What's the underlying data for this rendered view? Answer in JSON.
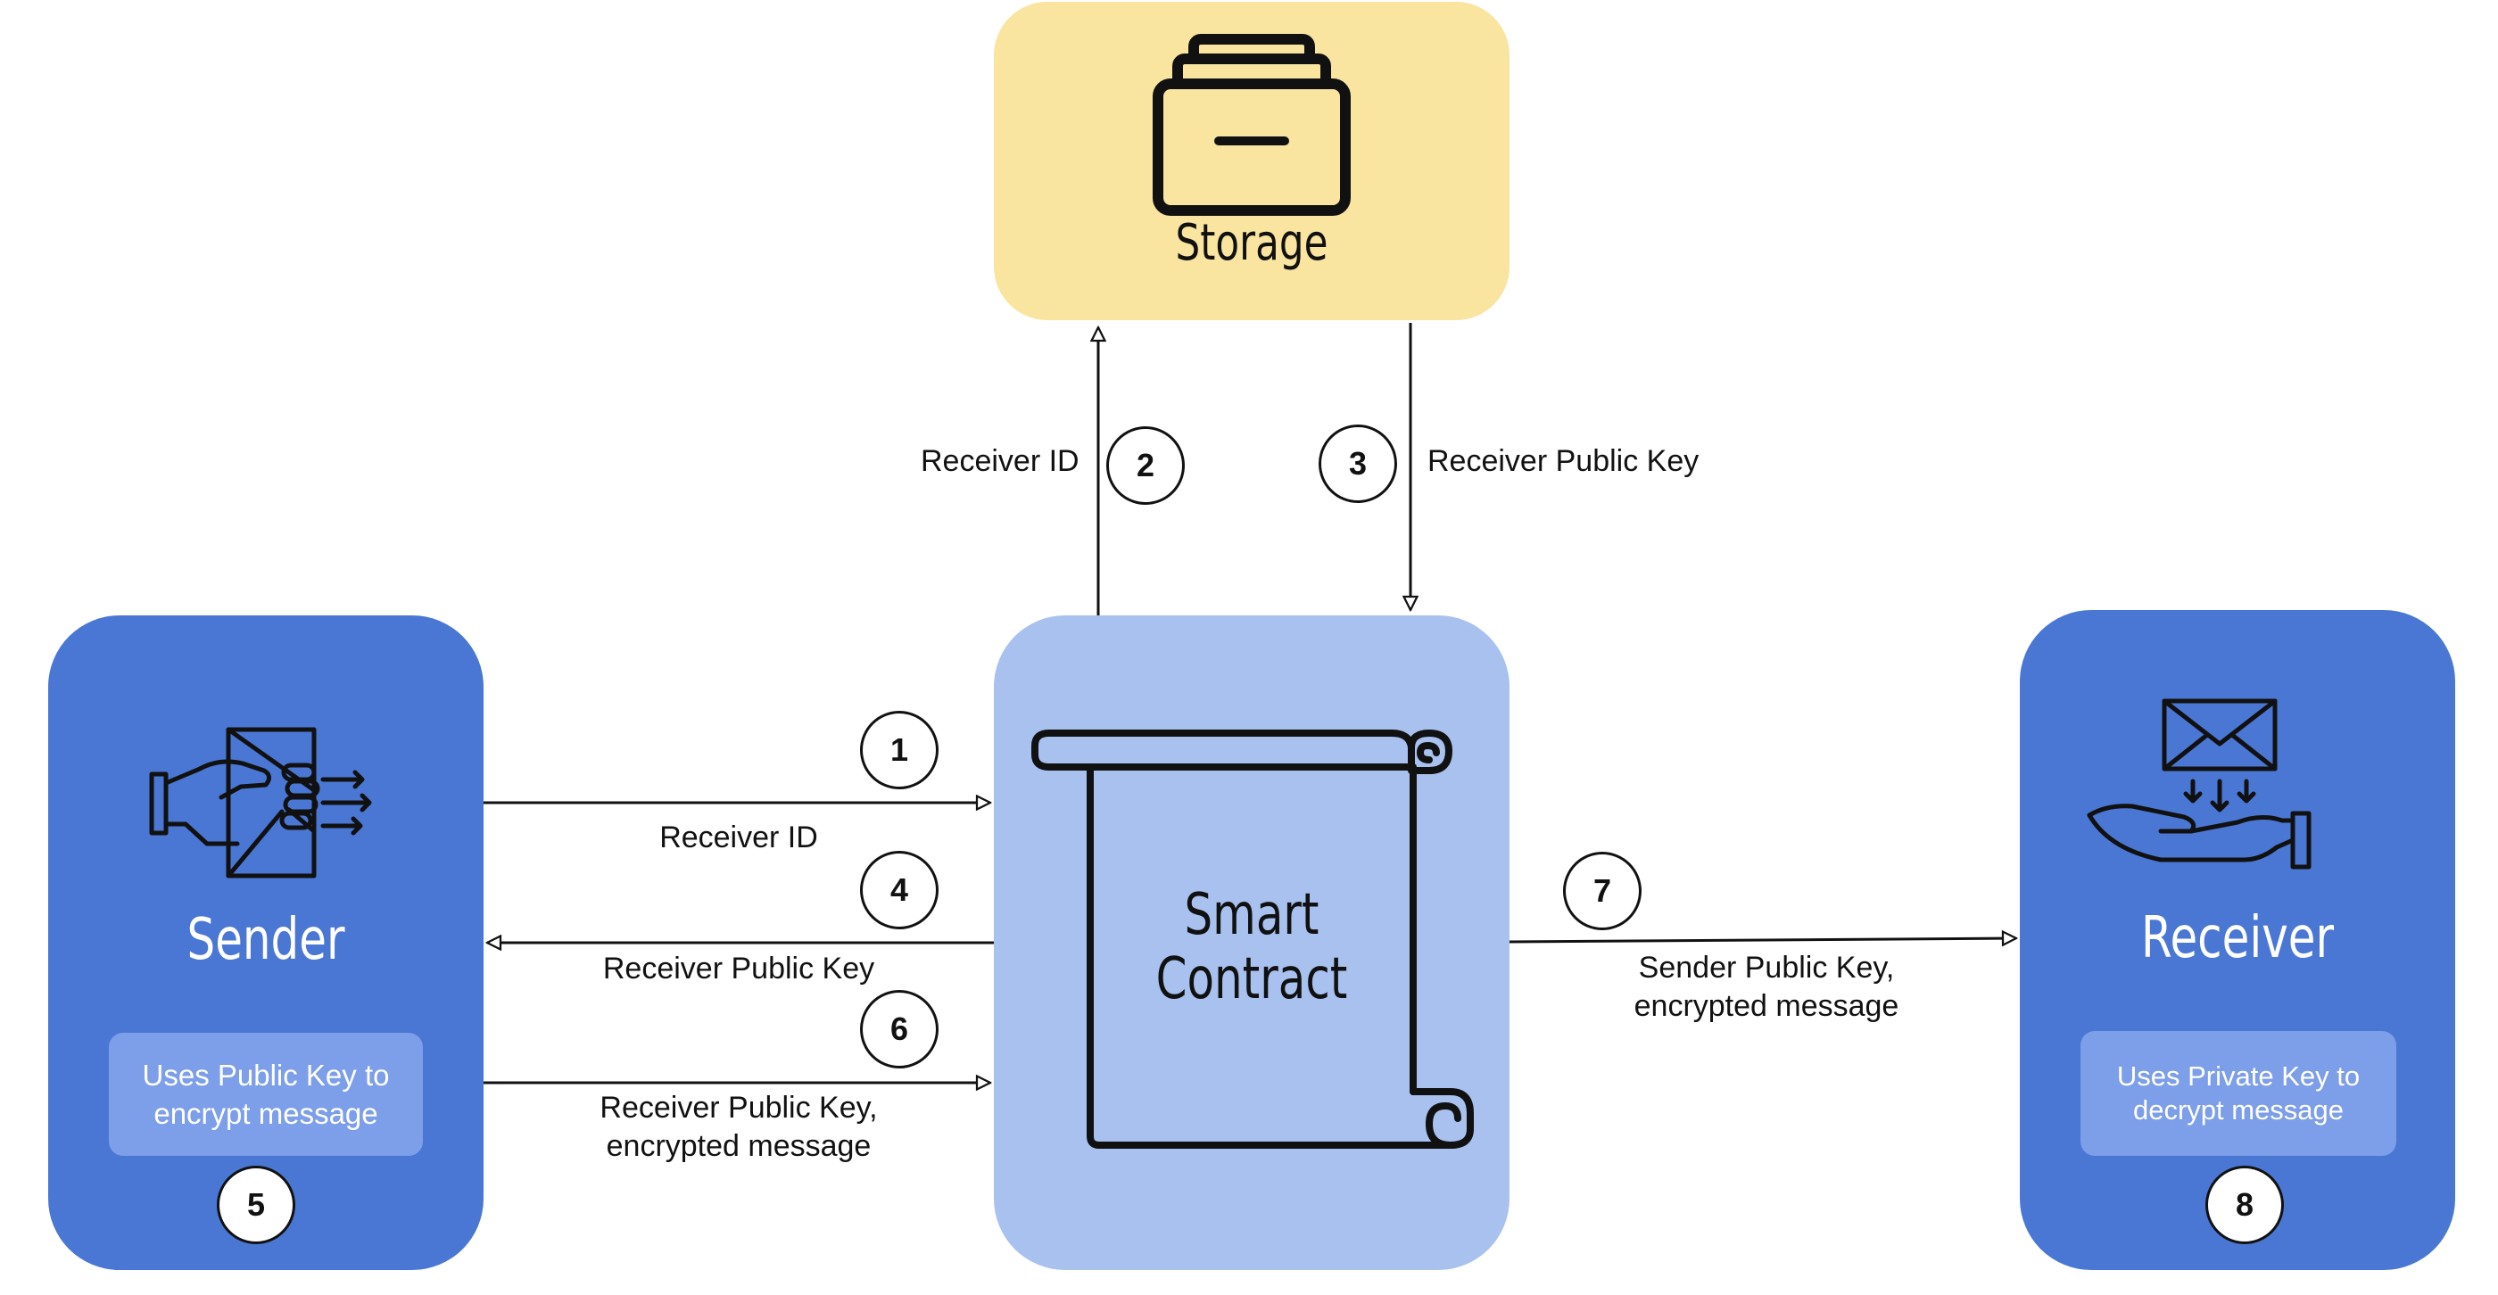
{
  "nodes": {
    "storage": {
      "title": "Storage",
      "icon": "archive-drawer-icon"
    },
    "contract": {
      "title_line1": "Smart",
      "title_line2": "Contract",
      "icon": "scroll-icon"
    },
    "sender": {
      "title": "Sender",
      "note": "Uses Public Key to encrypt message",
      "step": "5",
      "icon": "hand-sending-envelope-icon"
    },
    "receiver": {
      "title": "Receiver",
      "note": "Uses Private Key to decrypt message",
      "step": "8",
      "icon": "hand-receiving-envelope-icon"
    }
  },
  "flows": [
    {
      "step": "1",
      "label": "Receiver ID"
    },
    {
      "step": "2",
      "label": "Receiver ID"
    },
    {
      "step": "3",
      "label": "Receiver Public Key"
    },
    {
      "step": "4",
      "label": "Receiver Public Key"
    },
    {
      "step": "6",
      "label_line1": "Receiver Public Key,",
      "label_line2": "encrypted message"
    },
    {
      "step": "7",
      "label_line1": "Sender Public Key,",
      "label_line2": "encrypted message"
    }
  ],
  "colors": {
    "storage_fill": "#f9e4a0",
    "contract_fill": "#a8c1ef",
    "actor_fill": "#4a77d4",
    "note_fill": "#7d9ee8",
    "line": "#111111"
  }
}
